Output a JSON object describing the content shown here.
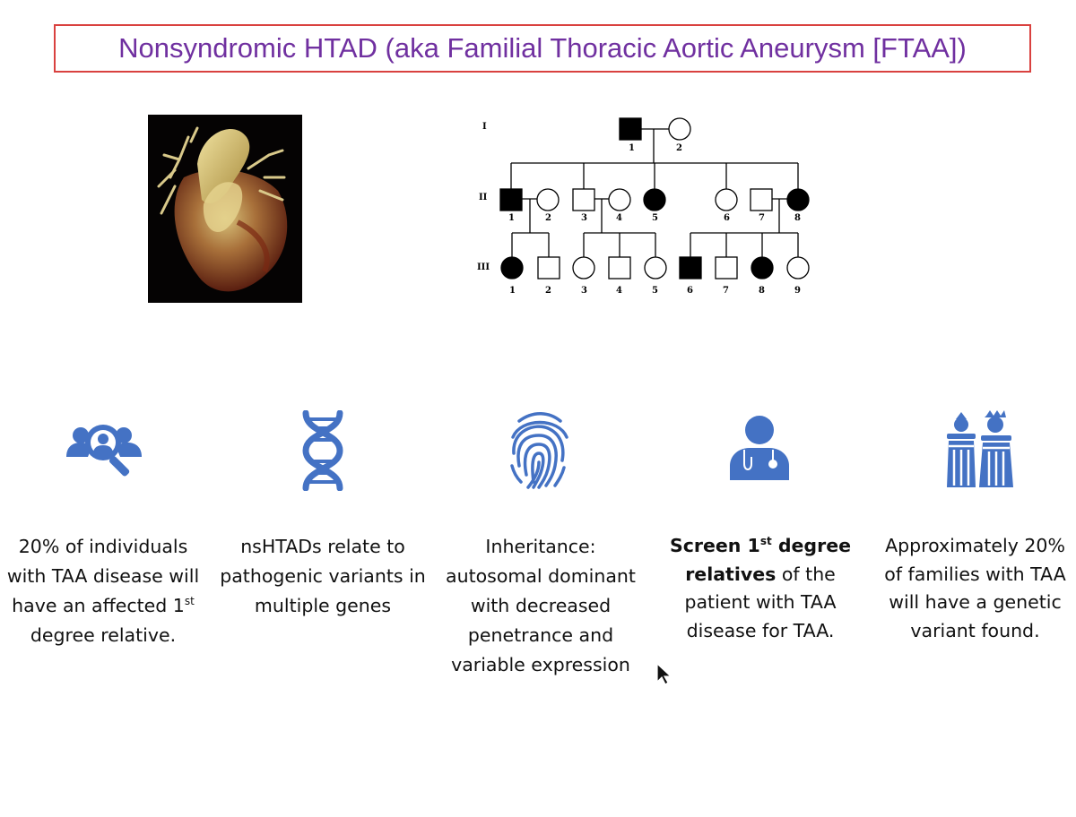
{
  "title": "Nonsyndromic HTAD (aka Familial Thoracic Aortic Aneurysm [FTAA])",
  "pedigree": {
    "generations": [
      "I",
      "II",
      "III"
    ],
    "gen1": [
      "1",
      "2"
    ],
    "gen2": [
      "1",
      "2",
      "3",
      "4",
      "5",
      "6",
      "7",
      "8"
    ],
    "gen3": [
      "1",
      "2",
      "3",
      "4",
      "5",
      "6",
      "7",
      "8",
      "9"
    ]
  },
  "icons": [
    "search-people-icon",
    "dna-icon",
    "fingerprint-icon",
    "doctor-icon",
    "family-icon"
  ],
  "accent_color": "#4472c4",
  "captions": {
    "c1": {
      "pre": "20% of individuals with TAA disease will have an affected 1",
      "sup": "st",
      "post": " degree relative."
    },
    "c2": "nsHTADs relate to pathogenic variants in multiple genes",
    "c3": "Inheritance: autosomal dominant with decreased penetrance and variable expression",
    "c4": {
      "bold1": "Screen 1",
      "sup": "st",
      "bold2": " degree relatives",
      "rest": " of the patient with TAA disease for TAA."
    },
    "c5": "Approximately 20% of families with TAA will have a genetic variant found."
  }
}
